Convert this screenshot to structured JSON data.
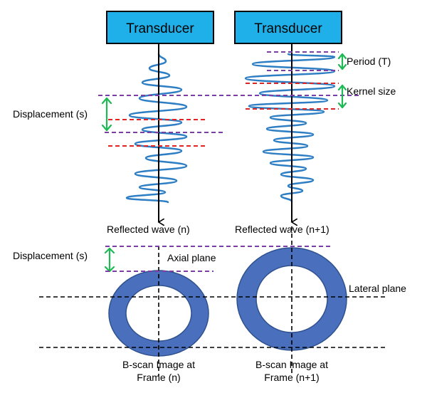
{
  "transducers": [
    {
      "label": "Transducer"
    },
    {
      "label": "Transducer"
    }
  ],
  "waves": {
    "left_caption": "Reflected wave (n)",
    "right_caption": "Reflected wave (n+1)"
  },
  "annotations": {
    "displacement_top": "Displacement (s)",
    "period": "Period (T)",
    "kernel_size": "Kernel size",
    "displacement_bottom": "Displacement (s)",
    "axial_plane": "Axial plane",
    "lateral_plane": "Lateral plane"
  },
  "bscan": {
    "left_line1": "B-scan Image at",
    "left_line2": "Frame (n)",
    "right_line1": "B-scan Image at",
    "right_line2": "Frame (n+1)"
  },
  "colors": {
    "transducer_fill": "#1fb0ea",
    "wave": "#2e7ec4",
    "ring_fill": "#4a6fbd",
    "ring_stroke": "#2f528f",
    "purple_dash": "#7b3fa3",
    "red_dash": "#e02424",
    "green_arrow": "#1db954"
  }
}
